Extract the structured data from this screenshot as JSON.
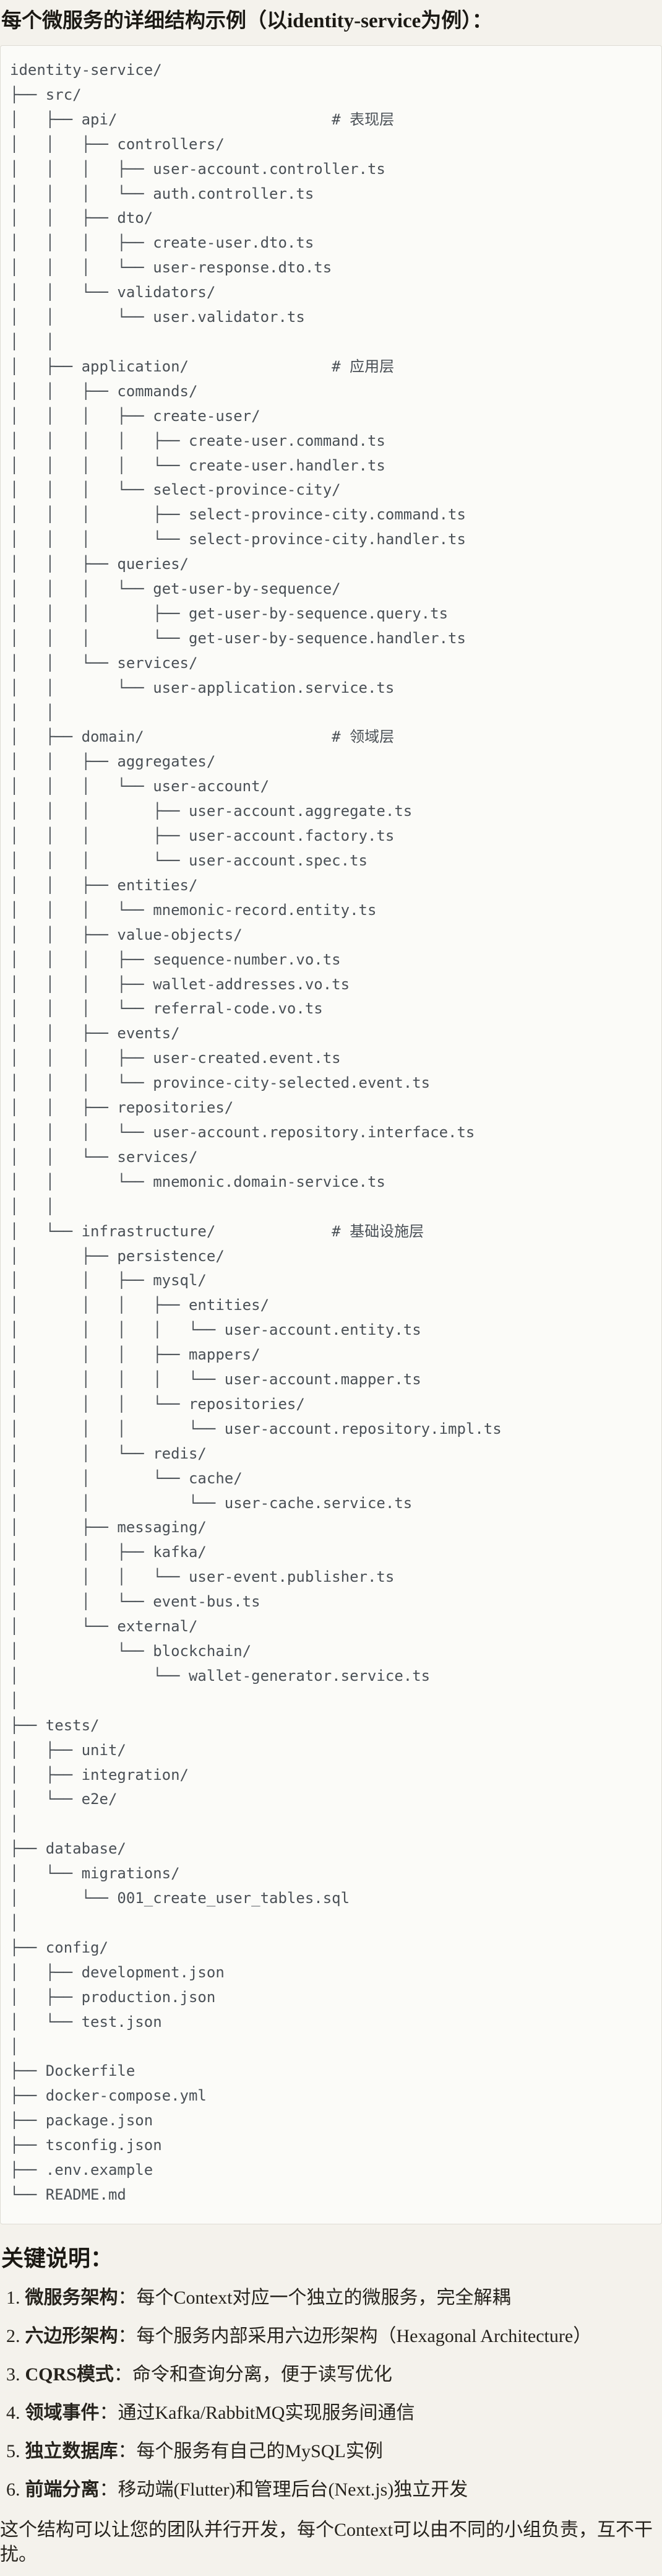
{
  "page": {
    "title": "每个微服务的详细结构示例（以identity-service为例）："
  },
  "colors": {
    "page_background": "#f4f2ec",
    "code_block_background": "#fbfbf8",
    "code_block_border": "#dedcd4",
    "tree_text": "#4a5056",
    "body_text": "#26231d"
  },
  "code_block": {
    "lines": [
      "identity-service/",
      "├── src/",
      "│   ├── api/                        # 表现层",
      "│   │   ├── controllers/",
      "│   │   │   ├── user-account.controller.ts",
      "│   │   │   └── auth.controller.ts",
      "│   │   ├── dto/",
      "│   │   │   ├── create-user.dto.ts",
      "│   │   │   └── user-response.dto.ts",
      "│   │   └── validators/",
      "│   │       └── user.validator.ts",
      "│   │",
      "│   ├── application/                # 应用层",
      "│   │   ├── commands/",
      "│   │   │   ├── create-user/",
      "│   │   │   │   ├── create-user.command.ts",
      "│   │   │   │   └── create-user.handler.ts",
      "│   │   │   └── select-province-city/",
      "│   │   │       ├── select-province-city.command.ts",
      "│   │   │       └── select-province-city.handler.ts",
      "│   │   ├── queries/",
      "│   │   │   └── get-user-by-sequence/",
      "│   │   │       ├── get-user-by-sequence.query.ts",
      "│   │   │       └── get-user-by-sequence.handler.ts",
      "│   │   └── services/",
      "│   │       └── user-application.service.ts",
      "│   │",
      "│   ├── domain/                     # 领域层",
      "│   │   ├── aggregates/",
      "│   │   │   └── user-account/",
      "│   │   │       ├── user-account.aggregate.ts",
      "│   │   │       ├── user-account.factory.ts",
      "│   │   │       └── user-account.spec.ts",
      "│   │   ├── entities/",
      "│   │   │   └── mnemonic-record.entity.ts",
      "│   │   ├── value-objects/",
      "│   │   │   ├── sequence-number.vo.ts",
      "│   │   │   ├── wallet-addresses.vo.ts",
      "│   │   │   └── referral-code.vo.ts",
      "│   │   ├── events/",
      "│   │   │   ├── user-created.event.ts",
      "│   │   │   └── province-city-selected.event.ts",
      "│   │   ├── repositories/",
      "│   │   │   └── user-account.repository.interface.ts",
      "│   │   └── services/",
      "│   │       └── mnemonic.domain-service.ts",
      "│   │",
      "│   └── infrastructure/             # 基础设施层",
      "│       ├── persistence/",
      "│       │   ├── mysql/",
      "│       │   │   ├── entities/",
      "│       │   │   │   └── user-account.entity.ts",
      "│       │   │   ├── mappers/",
      "│       │   │   │   └── user-account.mapper.ts",
      "│       │   │   └── repositories/",
      "│       │   │       └── user-account.repository.impl.ts",
      "│       │   └── redis/",
      "│       │       └── cache/",
      "│       │           └── user-cache.service.ts",
      "│       ├── messaging/",
      "│       │   ├── kafka/",
      "│       │   │   └── user-event.publisher.ts",
      "│       │   └── event-bus.ts",
      "│       └── external/",
      "│           └── blockchain/",
      "│               └── wallet-generator.service.ts",
      "│",
      "├── tests/",
      "│   ├── unit/",
      "│   ├── integration/",
      "│   └── e2e/",
      "│",
      "├── database/",
      "│   └── migrations/",
      "│       └── 001_create_user_tables.sql",
      "│",
      "├── config/",
      "│   ├── development.json",
      "│   ├── production.json",
      "│   └── test.json",
      "│",
      "├── Dockerfile",
      "├── docker-compose.yml",
      "├── package.json",
      "├── tsconfig.json",
      "├── .env.example",
      "└── README.md"
    ]
  },
  "notes": {
    "heading": "关键说明：",
    "items": [
      {
        "num": "1.",
        "term": "微服务架构",
        "sep": "：",
        "desc": "每个Context对应一个独立的微服务，完全解耦"
      },
      {
        "num": "2.",
        "term": "六边形架构",
        "sep": "：",
        "desc": "每个服务内部采用六边形架构（Hexagonal Architecture）"
      },
      {
        "num": "3.",
        "term": "CQRS模式",
        "sep": "：",
        "desc": "命令和查询分离，便于读写优化"
      },
      {
        "num": "4.",
        "term": "领域事件",
        "sep": "：",
        "desc": "通过Kafka/RabbitMQ实现服务间通信"
      },
      {
        "num": "5.",
        "term": "独立数据库",
        "sep": "：",
        "desc": "每个服务有自己的MySQL实例"
      },
      {
        "num": "6.",
        "term": "前端分离",
        "sep": "：",
        "desc": "移动端(Flutter)和管理后台(Next.js)独立开发"
      }
    ],
    "closing": "这个结构可以让您的团队并行开发，每个Context可以由不同的小组负责，互不干扰。"
  }
}
